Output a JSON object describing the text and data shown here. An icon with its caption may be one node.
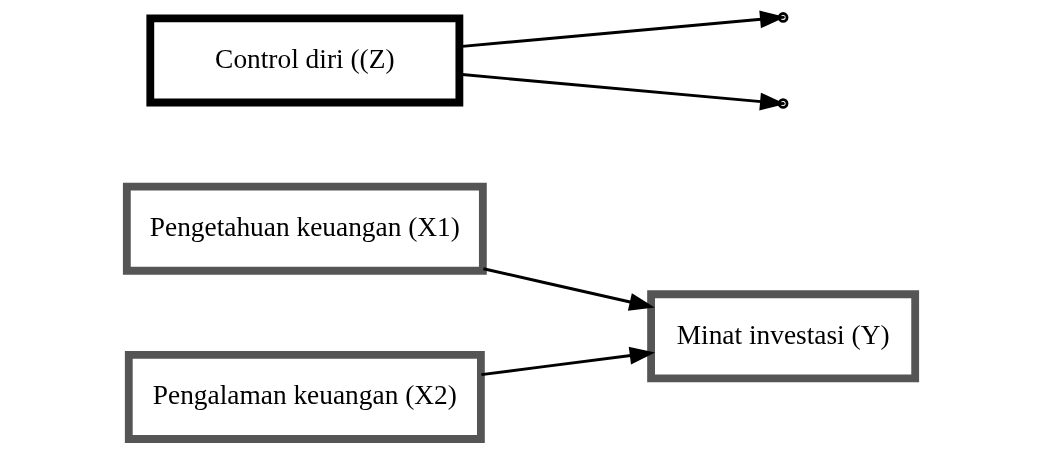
{
  "diagram": {
    "nodes": [
      {
        "text": [
          "Pengetahuan keuangan (X1)"
        ]
      },
      {
        "text": [
          "Pengalaman keuangan (X2)"
        ]
      },
      {
        "text": [
          "Minat investasi (Y)"
        ]
      },
      {
        "text": [
          "Control diri ((Z)"
        ]
      }
    ],
    "edges": [
      {
        "from": 0,
        "to": 2,
        "arrow": "to"
      },
      {
        "from": 1,
        "to": 2,
        "arrow": "to"
      },
      {
        "from": 3,
        "to": null,
        "arrow": "to"
      },
      {
        "from": 3,
        "to": null,
        "arrow": "to"
      }
    ]
  }
}
